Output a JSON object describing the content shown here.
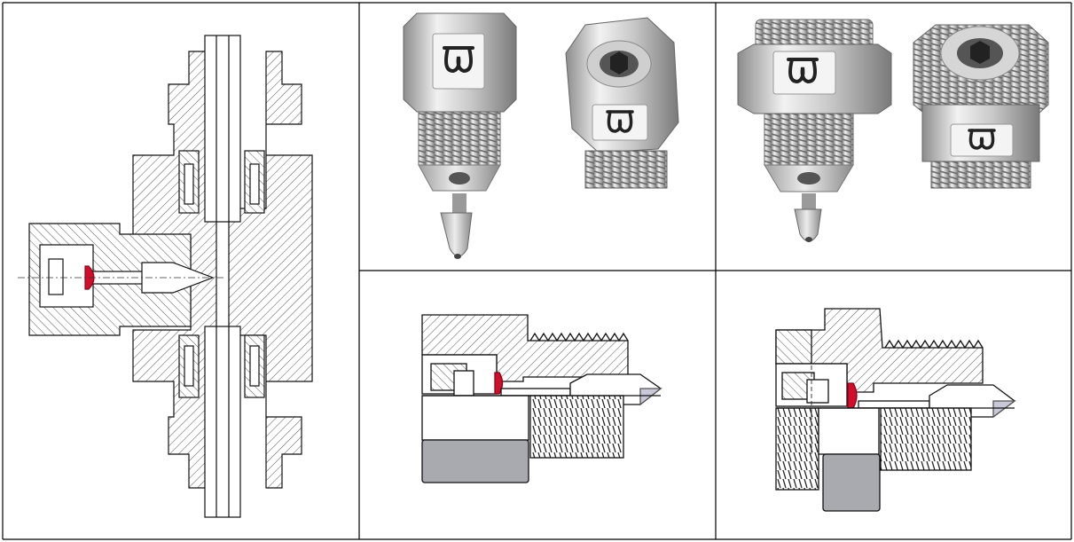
{
  "figure": {
    "panels": [
      {
        "id": "tee-assembly-section",
        "kind": "cross-section drawing"
      },
      {
        "id": "nipple-female-photos",
        "kind": "product photos"
      },
      {
        "id": "nipple-male-photos",
        "kind": "product photos"
      },
      {
        "id": "nipple-female-section",
        "kind": "cross-section drawing"
      },
      {
        "id": "nipple-male-section",
        "kind": "cross-section drawing"
      }
    ],
    "brand_marks": [
      "ws-logo"
    ],
    "colors": {
      "grid_line": "#000000",
      "hatch": "#555555",
      "seal_highlight": "#d0102a",
      "steel_light": "#e8e8e8",
      "steel_mid": "#b7b7b7",
      "steel_dark": "#7a7a7a",
      "shaded_nut": "#a9a9b0"
    },
    "icons": [
      "ws-logo-icon",
      "hex-socket-icon",
      "sealing-tip-icon"
    ]
  }
}
